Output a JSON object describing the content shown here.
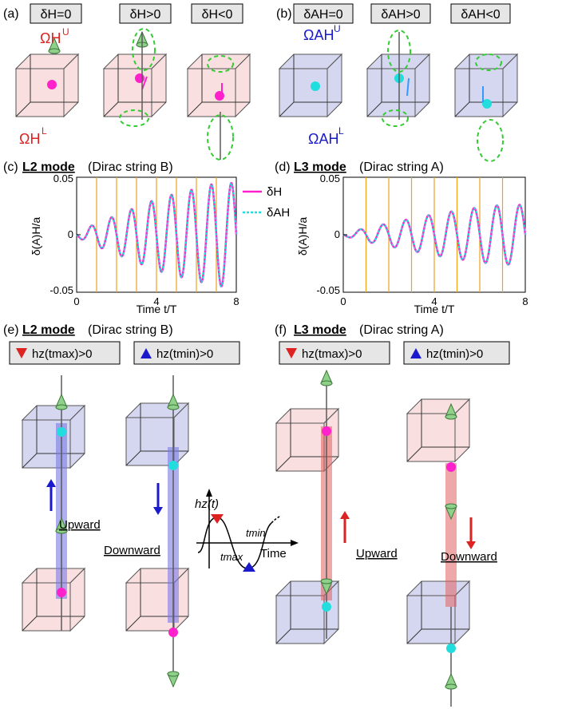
{
  "panel_a": {
    "tag": "(a)",
    "boxes": [
      "δH=0",
      "δH>0",
      "δH<0"
    ],
    "omega_upper": "ΩH",
    "omega_upper_sup": "U",
    "omega_lower": "ΩH",
    "omega_lower_sup": "L"
  },
  "panel_b": {
    "tag": "(b)",
    "boxes": [
      "δAH=0",
      "δAH>0",
      "δAH<0"
    ],
    "omega_upper": "ΩAH",
    "omega_upper_sup": "U",
    "omega_lower": "ΩAH",
    "omega_lower_sup": "L"
  },
  "colors": {
    "red_cube": "#f4c4c4",
    "blue_cube": "#b9bce6",
    "magenta": "#ff22cc",
    "cyan": "#22dddd",
    "orange_lines": "#f0a020",
    "green": "#8fd18a",
    "red": "#dd2222",
    "blue": "#1a1acc"
  },
  "panel_c": {
    "tag": "(c)",
    "mode": "L2 mode",
    "string": "(Dirac string B)"
  },
  "panel_d": {
    "tag": "(d)",
    "mode": "L3 mode",
    "string": "(Dirac string A)"
  },
  "legend": {
    "h": "δH",
    "ah": "δAH"
  },
  "axes": {
    "ylabel": "δ(A)H/a",
    "xlabel": "Time t/T",
    "yticks": [
      "0.05",
      "0",
      "-0.05"
    ],
    "xticks": [
      "0",
      "4",
      "8"
    ]
  },
  "chart_data": [
    {
      "type": "line",
      "title": "L2 mode (Dirac string B)",
      "xlabel": "Time t/T",
      "ylabel": "δ(A)H/a",
      "xlim": [
        0,
        8
      ],
      "ylim": [
        -0.05,
        0.05
      ],
      "series": [
        {
          "name": "δH",
          "peaks_t": [
            0.25,
            1.25,
            2.25,
            3.25,
            4.25,
            5.25,
            6.25,
            7.25
          ],
          "amplitude": [
            0.002,
            0.01,
            0.017,
            0.024,
            0.031,
            0.036,
            0.04,
            0.045
          ]
        },
        {
          "name": "δAH",
          "peaks_t": [
            0.25,
            1.25,
            2.25,
            3.25,
            4.25,
            5.25,
            6.25,
            7.25
          ],
          "amplitude": [
            0.002,
            0.01,
            0.017,
            0.024,
            0.031,
            0.036,
            0.04,
            0.045
          ]
        }
      ],
      "vertical_lines_t": [
        1,
        2,
        3,
        4,
        5,
        6,
        7
      ]
    },
    {
      "type": "line",
      "title": "L3 mode (Dirac string A)",
      "xlabel": "Time t/T",
      "ylabel": "δ(A)H/a",
      "xlim": [
        0,
        8
      ],
      "ylim": [
        -0.05,
        0.05
      ],
      "series": [
        {
          "name": "δH",
          "amplitude": [
            0.001,
            0.006,
            0.01,
            0.014,
            0.018,
            0.021,
            0.024,
            0.026
          ]
        },
        {
          "name": "δAH",
          "amplitude": [
            0.001,
            0.006,
            0.01,
            0.014,
            0.018,
            0.021,
            0.024,
            0.026
          ]
        }
      ],
      "vertical_lines_t": [
        1,
        2,
        3,
        4,
        5,
        6,
        7
      ]
    }
  ],
  "panel_e": {
    "tag": "(e)",
    "mode": "L2 mode",
    "string": "(Dirac string B)",
    "key_max": "hz(tmax)>0",
    "key_min": "hz(tmin)>0",
    "upward": "Upward",
    "downward": "Downward"
  },
  "panel_f": {
    "tag": "(f)",
    "mode": "L3 mode",
    "string": "(Dirac string A)",
    "key_max": "hz(tmax)>0",
    "key_min": "hz(tmin)>0",
    "upward": "Upward",
    "downward": "Downward"
  },
  "inset": {
    "ylabel": "hz(t)",
    "tmin": "tmin",
    "tmax": "tmax",
    "xlabel": "Time"
  }
}
